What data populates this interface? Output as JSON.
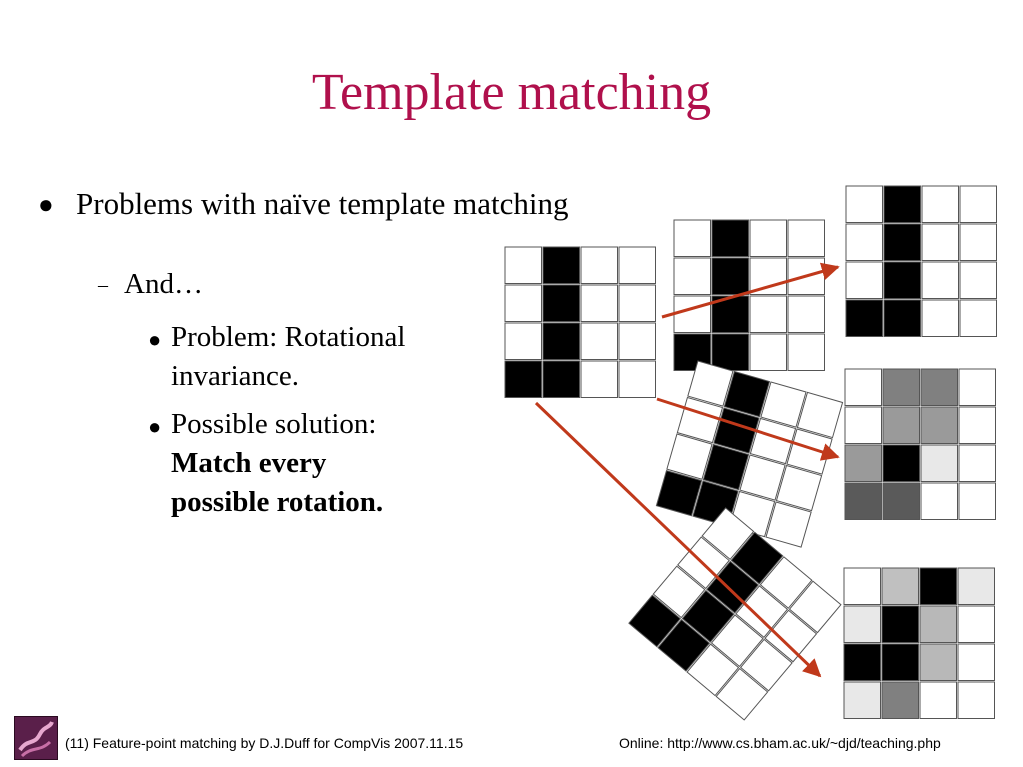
{
  "slide": {
    "title": "Template matching",
    "bullets": {
      "level1_marker": "●",
      "level1": "Problems with naïve template matching",
      "level2_marker": "–",
      "level2": "And…",
      "level3_marker": "●",
      "level3": [
        {
          "lines": [
            "Problem: Rotational",
            "invariance."
          ]
        },
        {
          "lines": [
            "Possible solution:"
          ],
          "bold_lines": [
            "Match every",
            "possible rotation."
          ]
        }
      ]
    },
    "footer": {
      "left": "(11) Feature-point matching by D.J.Duff for CompVis 2007.11.15",
      "right": "Online: http://www.cs.bham.ac.uk/~djd/teaching.php"
    }
  },
  "colors": {
    "title": "#b0104c",
    "arrow": "#c0391b",
    "grid_border": "#555555"
  },
  "diagram": {
    "template_grid": [
      [
        "#ffffff",
        "#000000",
        "#ffffff",
        "#ffffff"
      ],
      [
        "#ffffff",
        "#000000",
        "#ffffff",
        "#ffffff"
      ],
      [
        "#ffffff",
        "#000000",
        "#ffffff",
        "#ffffff"
      ],
      [
        "#000000",
        "#000000",
        "#ffffff",
        "#ffffff"
      ]
    ],
    "result_grids": [
      [
        [
          "#ffffff",
          "#000000",
          "#ffffff",
          "#ffffff"
        ],
        [
          "#ffffff",
          "#000000",
          "#ffffff",
          "#ffffff"
        ],
        [
          "#ffffff",
          "#000000",
          "#ffffff",
          "#ffffff"
        ],
        [
          "#000000",
          "#000000",
          "#ffffff",
          "#ffffff"
        ]
      ],
      [
        [
          "#ffffff",
          "#808080",
          "#808080",
          "#ffffff"
        ],
        [
          "#ffffff",
          "#9a9a9a",
          "#9a9a9a",
          "#ffffff"
        ],
        [
          "#9a9a9a",
          "#000000",
          "#e8e8e8",
          "#ffffff"
        ],
        [
          "#5a5a5a",
          "#5a5a5a",
          "#ffffff",
          "#ffffff"
        ]
      ],
      [
        [
          "#ffffff",
          "#c0c0c0",
          "#000000",
          "#e8e8e8"
        ],
        [
          "#e8e8e8",
          "#000000",
          "#b8b8b8",
          "#ffffff"
        ],
        [
          "#000000",
          "#000000",
          "#b8b8b8",
          "#ffffff"
        ],
        [
          "#e8e8e8",
          "#808080",
          "#ffffff",
          "#ffffff"
        ]
      ]
    ]
  }
}
